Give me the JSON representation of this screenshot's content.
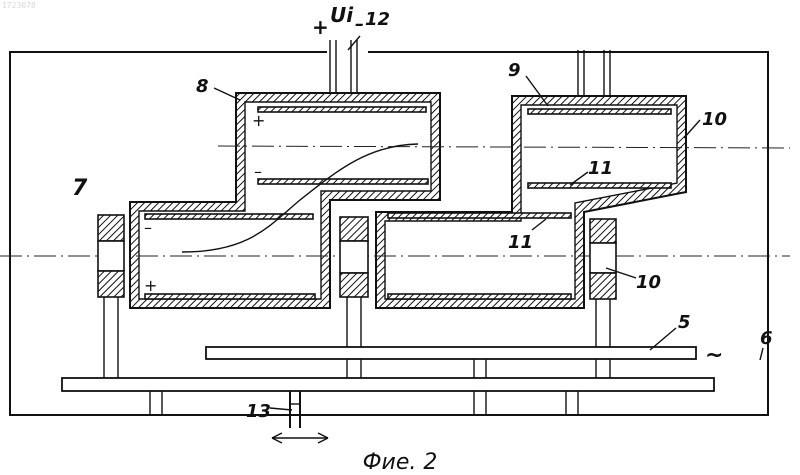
{
  "watermark": "1723078",
  "caption": "Фие. 2",
  "voltage_label": "Ui",
  "polarity": {
    "plus": "+",
    "minus": "–"
  },
  "plate_signs": {
    "upper_left_plus": "+",
    "upper_left_minus": "–",
    "lower_left_minus": "–",
    "lower_left_plus": "+"
  },
  "wave_symbol": "~",
  "reference_numerals": {
    "n5": "5",
    "n6": "6",
    "n7": "7",
    "n8": "8",
    "n9": "9",
    "n10_upper": "10",
    "n10_lower": "10",
    "n11_upper": "11",
    "n11_lower": "11",
    "n12": "12",
    "n13": "13"
  }
}
